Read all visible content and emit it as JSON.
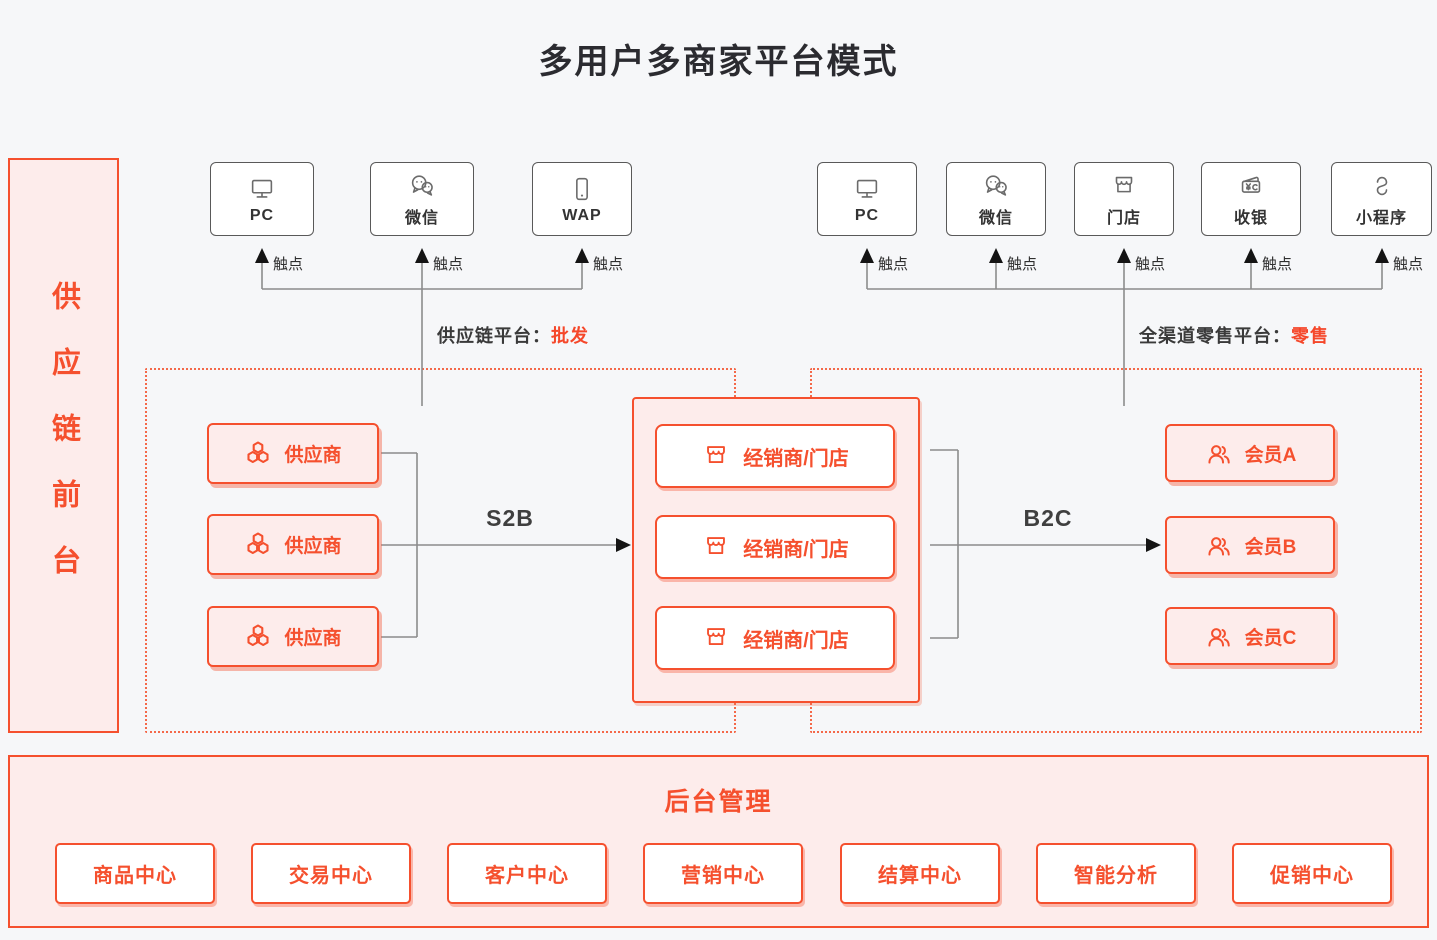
{
  "title": "多用户多商家平台模式",
  "colors": {
    "accent": "#f5502e",
    "pink_fill": "#fdeceb",
    "line_gray": "#8c8c8c",
    "page_bg": "#f6f7f9"
  },
  "left_rail": {
    "label": "供应链前台"
  },
  "supply_channels": {
    "items": [
      {
        "label": "PC",
        "icon": "monitor-icon"
      },
      {
        "label": "微信",
        "icon": "wechat-icon"
      },
      {
        "label": "WAP",
        "icon": "phone-icon"
      }
    ],
    "touchpoint_label": "触点",
    "platform_label": "供应链平台：",
    "platform_mode": "批发"
  },
  "retail_channels": {
    "items": [
      {
        "label": "PC",
        "icon": "monitor-icon"
      },
      {
        "label": "微信",
        "icon": "wechat-icon"
      },
      {
        "label": "门店",
        "icon": "store-icon"
      },
      {
        "label": "收银",
        "icon": "cashier-icon"
      },
      {
        "label": "小程序",
        "icon": "miniprogram-icon"
      }
    ],
    "touchpoint_label": "触点",
    "platform_label": "全渠道零售平台：",
    "platform_mode": "零售"
  },
  "suppliers": {
    "icon": "hexagon-cluster-icon",
    "items": [
      "供应商",
      "供应商",
      "供应商"
    ]
  },
  "dealers": {
    "icon": "storefront-icon",
    "items": [
      "经销商/门店",
      "经销商/门店",
      "经销商/门店"
    ]
  },
  "members": {
    "icon": "users-icon",
    "items": [
      "会员A",
      "会员B",
      "会员C"
    ]
  },
  "flows": {
    "s2b": "S2B",
    "b2c": "B2C"
  },
  "backend": {
    "title": "后台管理",
    "items": [
      "商品中心",
      "交易中心",
      "客户中心",
      "营销中心",
      "结算中心",
      "智能分析",
      "促销中心"
    ]
  }
}
